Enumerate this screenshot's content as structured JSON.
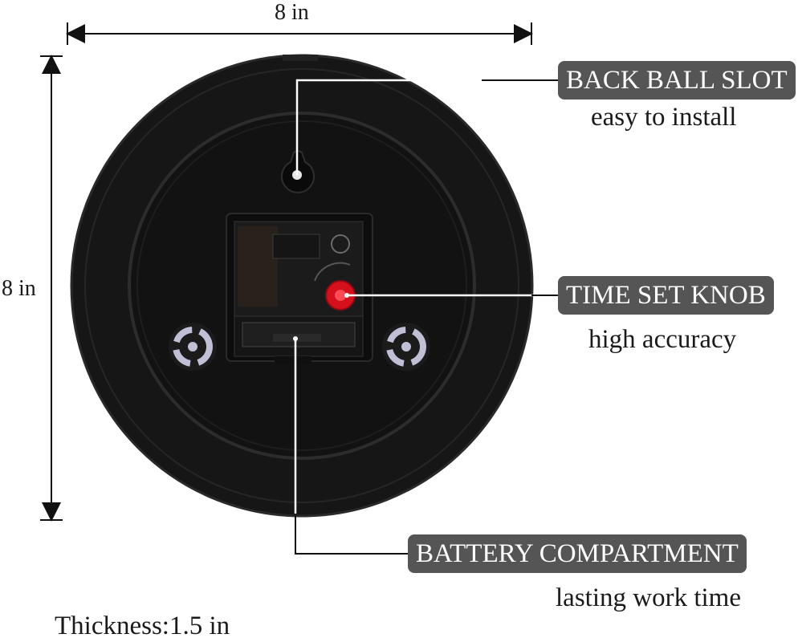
{
  "dimensions": {
    "width_label": "8 in",
    "height_label": "8 in",
    "thickness_label": "Thickness:1.5 in"
  },
  "callouts": {
    "back_ball_slot": {
      "title": "BACK BALL SLOT",
      "subtitle": "easy to install"
    },
    "time_set_knob": {
      "title": "TIME SET KNOB",
      "subtitle": "high accuracy"
    },
    "battery_compartment": {
      "title": "BATTERY COMPARTMENT",
      "subtitle": "lasting work time"
    }
  },
  "colors": {
    "tag_background": "#555555",
    "clock_body": "#141414",
    "knob": "#d4101c",
    "leader_line": "#ffffff"
  }
}
